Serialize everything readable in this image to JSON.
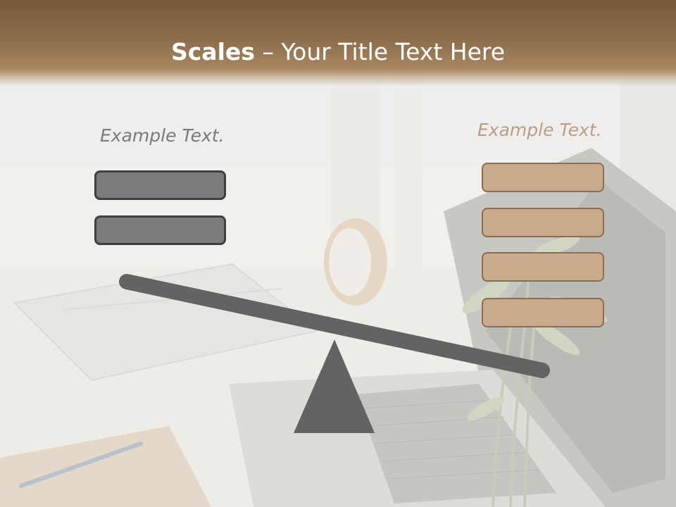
{
  "slide": {
    "title_bold": "Scales",
    "title_rest": " – Your Title Text Here",
    "left_caption": "Example Text.",
    "right_caption": "Example Text."
  },
  "left_pan": {
    "block_count": 2,
    "color": "#7b7b7b"
  },
  "right_pan": {
    "block_count": 4,
    "color": "#c8ab8a"
  },
  "colors": {
    "header": "#8c6c4b",
    "beam": "#636363",
    "fulcrum": "#636363"
  }
}
